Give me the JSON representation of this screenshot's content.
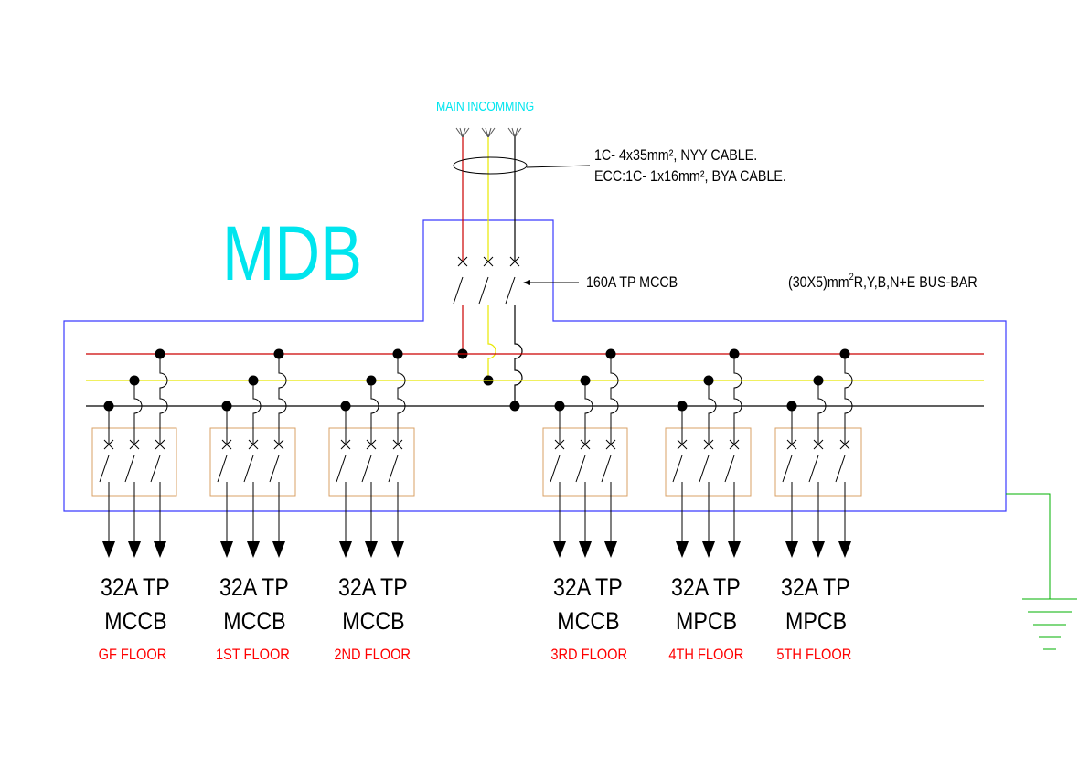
{
  "board_title": "MDB",
  "incoming": {
    "label": "MAIN INCOMMING",
    "cable_line_1": "1C- 4x35mm², NYY CABLE.",
    "cable_line_2": "ECC:1C- 1x16mm², BYA CABLE.",
    "breaker_label": "160A TP MCCB"
  },
  "busbar": {
    "label_prefix": "(30X5)mm",
    "label_superscript": "2",
    "label_suffix": "R,Y,B,N+E BUS-BAR"
  },
  "colors": {
    "title": "#00e5ee",
    "incoming_label": "#00e5ee",
    "board_outline": "#3b3bff",
    "phase_r": "#cc0000",
    "phase_y": "#e8e800",
    "phase_b": "#000000",
    "breaker_box": "#d9a066",
    "earth": "#00b000",
    "floor_label": "#ff0000"
  },
  "feeders": [
    {
      "rating": "32A TP",
      "type": "MCCB",
      "floor": "GF FLOOR"
    },
    {
      "rating": "32A TP",
      "type": "MCCB",
      "floor": "1ST FLOOR"
    },
    {
      "rating": "32A TP",
      "type": "MCCB",
      "floor": "2ND FLOOR"
    },
    {
      "rating": "32A TP",
      "type": "MCCB",
      "floor": "3RD FLOOR"
    },
    {
      "rating": "32A TP",
      "type": "MPCB",
      "floor": "4TH FLOOR"
    },
    {
      "rating": "32A TP",
      "type": "MPCB",
      "floor": "5TH FLOOR"
    }
  ]
}
